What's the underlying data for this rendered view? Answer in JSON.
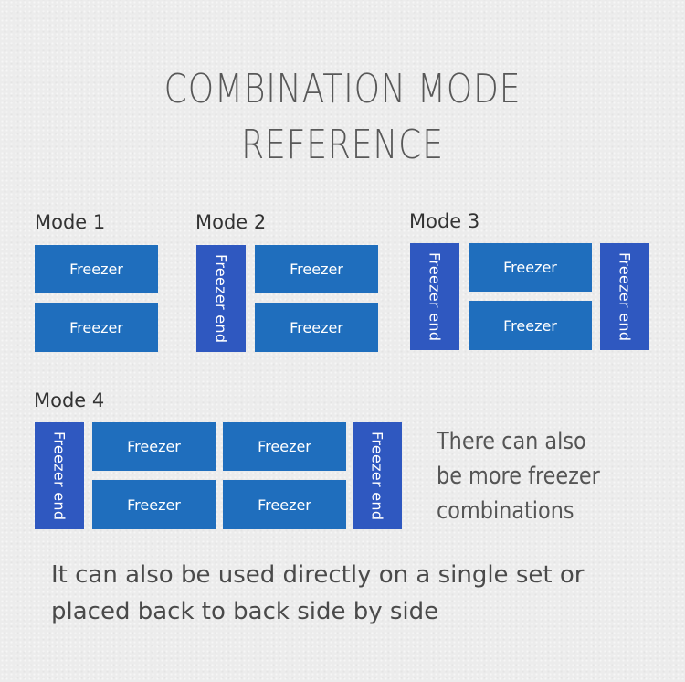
{
  "title": {
    "line1": "COMBINATION MODE",
    "line2": "REFERENCE"
  },
  "modes": [
    {
      "label": "Mode 1"
    },
    {
      "label": "Mode 2"
    },
    {
      "label": "Mode 3"
    },
    {
      "label": "Mode 4"
    }
  ],
  "unit_labels": {
    "freezer": "Freezer",
    "freezer_end": "Freezer end"
  },
  "colors": {
    "freezer": "#1f6ebd",
    "freezer_end": "#2f58c0",
    "title": "#585858"
  },
  "side_note": {
    "line1": "There can also",
    "line2": "be more freezer",
    "line3": "combinations"
  },
  "footer": {
    "line1": "It can also be used directly on a single set or",
    "line2": "placed back to back side by side"
  }
}
